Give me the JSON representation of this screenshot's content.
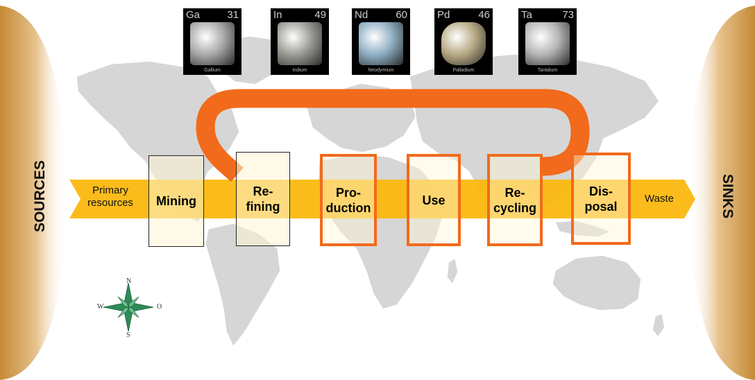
{
  "sides": {
    "sources": "SOURCES",
    "sinks": "SINKS"
  },
  "elements": [
    {
      "symbol": "Ga",
      "number": "31",
      "name": "Gallium",
      "color": "#a9a9a9"
    },
    {
      "symbol": "In",
      "number": "49",
      "name": "Indium",
      "color": "#9c9c96"
    },
    {
      "symbol": "Nd",
      "number": "60",
      "name": "Neodymium",
      "color": "#8fb0c4"
    },
    {
      "symbol": "Pd",
      "number": "46",
      "name": "Palladium",
      "color": "#b7a983"
    },
    {
      "symbol": "Ta",
      "number": "73",
      "name": "Tantalum",
      "color": "#b4b4b4"
    }
  ],
  "flow": {
    "start": "Primary\nresources",
    "end": "Waste",
    "stages": [
      {
        "label": "Mining",
        "style": "black"
      },
      {
        "label": "Re-\nfining",
        "style": "black"
      },
      {
        "label": "Pro-\nduction",
        "style": "orange"
      },
      {
        "label": "Use",
        "style": "orange"
      },
      {
        "label": "Re-\ncycling",
        "style": "orange"
      },
      {
        "label": "Dis-\nposal",
        "style": "orange"
      }
    ]
  },
  "compass": {
    "north": "N",
    "south": "S",
    "west": "W",
    "east": "O"
  },
  "colors": {
    "flow_arrow": "#fbb80f",
    "loop": "#f26a1b",
    "side_panel": "#d9a45c",
    "map_land": "#d6d6d6",
    "compass_green": "#2e8b57"
  }
}
